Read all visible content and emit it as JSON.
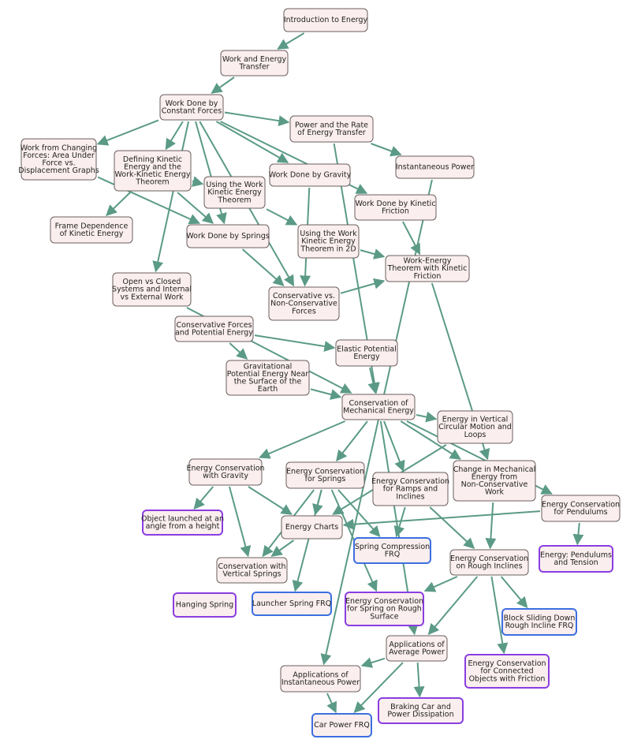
{
  "colors": {
    "edge": "#5b9a86",
    "node_fill": "#fbeeee",
    "node_border": "#6b5f5f",
    "purple_border": "#8a3ee0",
    "blue_border": "#3c6fe0"
  },
  "nodes": [
    {
      "id": "intro",
      "lines": [
        "Introduction to Energy"
      ],
      "kind": "default"
    },
    {
      "id": "work_transfer",
      "lines": [
        "Work and Energy",
        "Transfer"
      ],
      "kind": "default"
    },
    {
      "id": "work_constant",
      "lines": [
        "Work Done by",
        "Constant Forces"
      ],
      "kind": "default"
    },
    {
      "id": "power_rate",
      "lines": [
        "Power and the Rate",
        "of Energy Transfer"
      ],
      "kind": "default"
    },
    {
      "id": "work_changing",
      "lines": [
        "Work from Changing",
        "Forces: Area Under",
        "Force vs.",
        "Displacement Graphs"
      ],
      "kind": "default"
    },
    {
      "id": "defining_ke",
      "lines": [
        "Defining Kinetic",
        "Energy and the",
        "Work-Kinetic Energy",
        "Theorem"
      ],
      "kind": "default"
    },
    {
      "id": "using_wke",
      "lines": [
        "Using the Work",
        "Kinetic Energy",
        "Theorem"
      ],
      "kind": "default"
    },
    {
      "id": "work_gravity",
      "lines": [
        "Work Done by Gravity"
      ],
      "kind": "default"
    },
    {
      "id": "inst_power",
      "lines": [
        "Instantaneous Power"
      ],
      "kind": "default"
    },
    {
      "id": "work_kinetic_friction",
      "lines": [
        "Work Done by Kinetic",
        "Friction"
      ],
      "kind": "default"
    },
    {
      "id": "frame_dep",
      "lines": [
        "Frame Dependence",
        "of Kinetic Energy"
      ],
      "kind": "default"
    },
    {
      "id": "work_springs",
      "lines": [
        "Work Done by Springs"
      ],
      "kind": "default"
    },
    {
      "id": "using_wke_2d",
      "lines": [
        "Using the Work",
        "Kinetic Energy",
        "Theorem in 2D"
      ],
      "kind": "default"
    },
    {
      "id": "wet_kinetic_friction",
      "lines": [
        "Work-Energy",
        "Theorem with Kinetic",
        "Friction"
      ],
      "kind": "default"
    },
    {
      "id": "open_closed",
      "lines": [
        "Open vs Closed",
        "Systems and Internal",
        "vs External Work"
      ],
      "kind": "default"
    },
    {
      "id": "cons_nonconservative",
      "lines": [
        "Conservative vs.",
        "Non-Conservative",
        "Forces"
      ],
      "kind": "default"
    },
    {
      "id": "cons_forces_pe",
      "lines": [
        "Conservative Forces",
        "and Potential Energy"
      ],
      "kind": "default"
    },
    {
      "id": "elastic_pe",
      "lines": [
        "Elastic Potential",
        "Energy"
      ],
      "kind": "default"
    },
    {
      "id": "grav_pe",
      "lines": [
        "Gravitational",
        "Potential Energy Near",
        "the Surface of the",
        "Earth"
      ],
      "kind": "default"
    },
    {
      "id": "cons_mech",
      "lines": [
        "Conservation of",
        "Mechanical Energy"
      ],
      "kind": "default"
    },
    {
      "id": "vert_circular",
      "lines": [
        "Energy in Vertical",
        "Circular Motion and",
        "Loops"
      ],
      "kind": "default"
    },
    {
      "id": "ec_gravity",
      "lines": [
        "Energy Conservation",
        "with Gravity"
      ],
      "kind": "default"
    },
    {
      "id": "ec_springs",
      "lines": [
        "Energy Conservation",
        "for Springs"
      ],
      "kind": "default"
    },
    {
      "id": "ec_ramps",
      "lines": [
        "Energy Conservation",
        "for Ramps and",
        "Inclines"
      ],
      "kind": "default"
    },
    {
      "id": "change_mech",
      "lines": [
        "Change in Mechanical",
        "Energy from",
        "Non-Conservative",
        "Work"
      ],
      "kind": "default"
    },
    {
      "id": "ec_pendulums",
      "lines": [
        "Energy Conservation",
        "for Pendulums"
      ],
      "kind": "default"
    },
    {
      "id": "obj_launched",
      "lines": [
        "Object launched at an",
        "angle from a height"
      ],
      "kind": "purple"
    },
    {
      "id": "energy_charts",
      "lines": [
        "Energy Charts"
      ],
      "kind": "default"
    },
    {
      "id": "spring_comp_frq",
      "lines": [
        "Spring Compression",
        "FRQ"
      ],
      "kind": "blue"
    },
    {
      "id": "pendulums_tension",
      "lines": [
        "Energy: Pendulums",
        "and Tension"
      ],
      "kind": "purple"
    },
    {
      "id": "cons_vert_springs",
      "lines": [
        "Conservation with",
        "Vertical Springs"
      ],
      "kind": "default"
    },
    {
      "id": "ec_rough",
      "lines": [
        "Energy Conservation",
        "on Rough Inclines"
      ],
      "kind": "default"
    },
    {
      "id": "hanging_spring",
      "lines": [
        "Hanging Spring"
      ],
      "kind": "purple"
    },
    {
      "id": "launcher_frq",
      "lines": [
        "Launcher Spring FRQ"
      ],
      "kind": "blue"
    },
    {
      "id": "ec_spring_rough",
      "lines": [
        "Energy Conservation",
        "for Spring on Rough",
        "Surface"
      ],
      "kind": "purple"
    },
    {
      "id": "block_sliding_frq",
      "lines": [
        "Block Sliding Down",
        "Rough Incline FRQ"
      ],
      "kind": "blue"
    },
    {
      "id": "app_avg_power",
      "lines": [
        "Applications of",
        "Average Power"
      ],
      "kind": "default"
    },
    {
      "id": "ec_connected",
      "lines": [
        "Energy Conservation",
        "for Connected",
        "Objects with Friction"
      ],
      "kind": "purple"
    },
    {
      "id": "app_inst_power",
      "lines": [
        "Applications of",
        "Instantaneous Power"
      ],
      "kind": "default"
    },
    {
      "id": "braking_car",
      "lines": [
        "Braking Car and",
        "Power Dissipation"
      ],
      "kind": "purple"
    },
    {
      "id": "car_power_frq",
      "lines": [
        "Car Power FRQ"
      ],
      "kind": "blue"
    }
  ]
}
